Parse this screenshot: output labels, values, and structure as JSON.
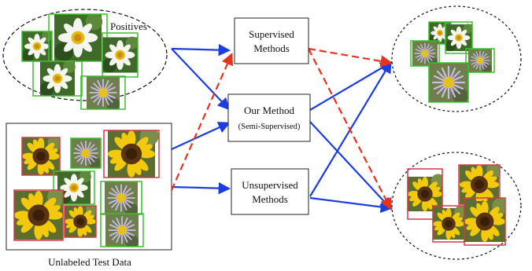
{
  "labels": {
    "positives": "Positives",
    "unlabeled": "Unlabeled Test Data"
  },
  "methods": {
    "supervised": {
      "line1": "Supervised",
      "line2": "Methods"
    },
    "ours": {
      "line1": "Our Method",
      "line2": "(Semi-Supervised)"
    },
    "unsupervised": {
      "line1": "Unsupervised",
      "line2": "Methods"
    }
  },
  "colors": {
    "positive_frame": "#3bbf2a",
    "negative_frame": "#d23a4a",
    "solid_arrow": "#1c3ee0",
    "dashed_arrow": "#e8321e",
    "ellipse": "#111111"
  },
  "images": {
    "daisy": "white daisy photo",
    "aster": "purple aster photo",
    "sunflower": "sunflower photo"
  }
}
